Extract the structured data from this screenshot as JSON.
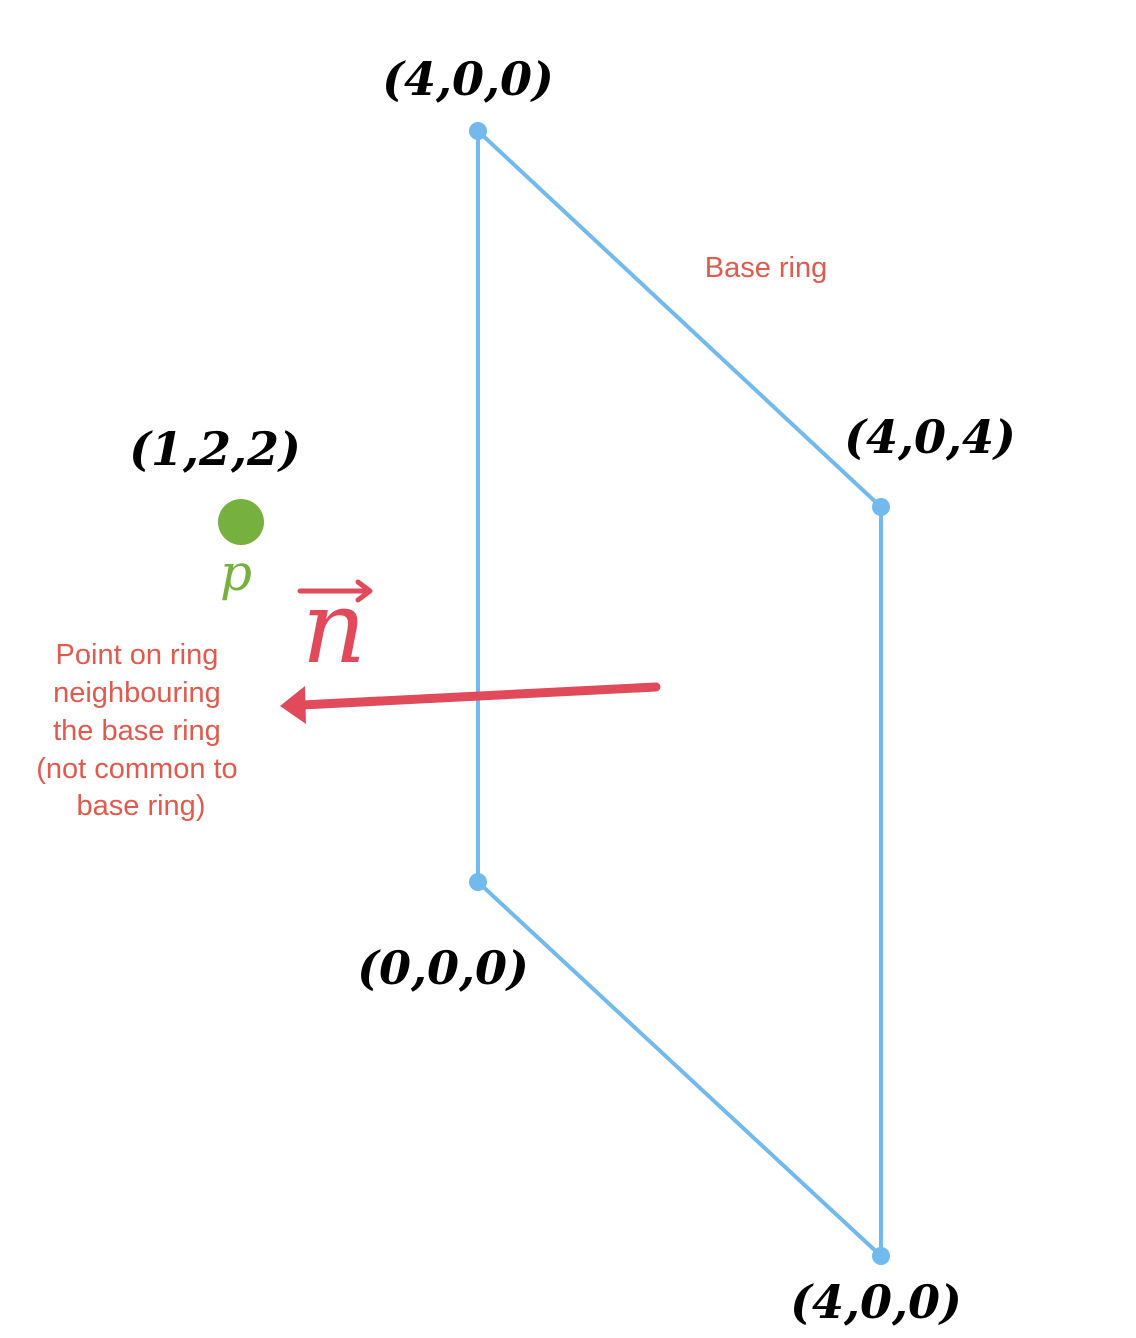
{
  "colors": {
    "ring": "#72b9ee",
    "arrow": "#e04a5b",
    "annotation": "#e05a4e",
    "point": "#76b13f",
    "text": "#000000"
  },
  "vertices": {
    "top": "(4,0,0)",
    "right_upper": "(4,0,4)",
    "bottom_left": "(0,0,0)",
    "bottom_right": "(4,0,0)"
  },
  "point_p": {
    "coord": "(1,2,2)",
    "symbol": "p"
  },
  "normal": {
    "symbol": "n"
  },
  "annotations": {
    "base_ring": "Base ring",
    "point_note_lines": [
      "Point on ring",
      "neighbouring",
      "the base ring",
      "(not common to",
      "base ring)"
    ]
  }
}
